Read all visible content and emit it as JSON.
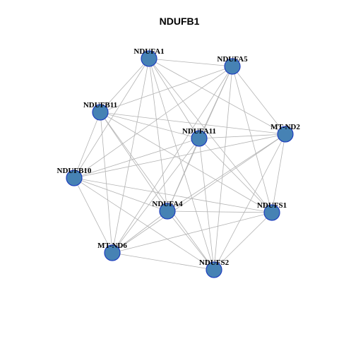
{
  "title": "NDUFB1",
  "colors": {
    "node_fill": "#4682b4",
    "node_stroke": "#1f3fbf",
    "edge": "#b3b3b3",
    "background": "#ffffff"
  },
  "nodes": [
    {
      "id": "NDUFA1",
      "label": "NDUFA1"
    },
    {
      "id": "NDUFA5",
      "label": "NDUFA5"
    },
    {
      "id": "NDUFB11",
      "label": "NDUFB11"
    },
    {
      "id": "MT-ND2",
      "label": "MT-ND2"
    },
    {
      "id": "NDUFA11",
      "label": "NDUFA11"
    },
    {
      "id": "NDUFB10",
      "label": "NDUFB10"
    },
    {
      "id": "NDUFS1",
      "label": "NDUFS1"
    },
    {
      "id": "NDUFA4",
      "label": "NDUFA4"
    },
    {
      "id": "MT-ND6",
      "label": "MT-ND6"
    },
    {
      "id": "NDUFS2",
      "label": "NDUFS2"
    }
  ],
  "edges": [
    [
      "NDUFA1",
      "NDUFA5"
    ],
    [
      "NDUFA1",
      "NDUFB11"
    ],
    [
      "NDUFA1",
      "MT-ND2"
    ],
    [
      "NDUFA1",
      "NDUFA11"
    ],
    [
      "NDUFA1",
      "NDUFB10"
    ],
    [
      "NDUFA1",
      "NDUFS1"
    ],
    [
      "NDUFA1",
      "NDUFA4"
    ],
    [
      "NDUFA1",
      "MT-ND6"
    ],
    [
      "NDUFA1",
      "NDUFS2"
    ],
    [
      "NDUFA5",
      "NDUFB11"
    ],
    [
      "NDUFA5",
      "MT-ND2"
    ],
    [
      "NDUFA5",
      "NDUFA11"
    ],
    [
      "NDUFA5",
      "NDUFB10"
    ],
    [
      "NDUFA5",
      "NDUFS1"
    ],
    [
      "NDUFA5",
      "NDUFA4"
    ],
    [
      "NDUFA5",
      "MT-ND6"
    ],
    [
      "NDUFA5",
      "NDUFS2"
    ],
    [
      "NDUFB11",
      "MT-ND2"
    ],
    [
      "NDUFB11",
      "NDUFA11"
    ],
    [
      "NDUFB11",
      "NDUFB10"
    ],
    [
      "NDUFB11",
      "NDUFS1"
    ],
    [
      "NDUFB11",
      "NDUFA4"
    ],
    [
      "NDUFB11",
      "MT-ND6"
    ],
    [
      "NDUFB11",
      "NDUFS2"
    ],
    [
      "MT-ND2",
      "NDUFA11"
    ],
    [
      "MT-ND2",
      "NDUFB10"
    ],
    [
      "MT-ND2",
      "NDUFS1"
    ],
    [
      "MT-ND2",
      "NDUFA4"
    ],
    [
      "MT-ND2",
      "MT-ND6"
    ],
    [
      "MT-ND2",
      "NDUFS2"
    ],
    [
      "NDUFA11",
      "NDUFB10"
    ],
    [
      "NDUFA11",
      "NDUFS1"
    ],
    [
      "NDUFA11",
      "NDUFA4"
    ],
    [
      "NDUFA11",
      "MT-ND6"
    ],
    [
      "NDUFA11",
      "NDUFS2"
    ],
    [
      "NDUFB10",
      "NDUFS1"
    ],
    [
      "NDUFB10",
      "NDUFA4"
    ],
    [
      "NDUFB10",
      "MT-ND6"
    ],
    [
      "NDUFB10",
      "NDUFS2"
    ],
    [
      "NDUFS1",
      "NDUFA4"
    ],
    [
      "NDUFS1",
      "MT-ND6"
    ],
    [
      "NDUFS1",
      "NDUFS2"
    ],
    [
      "NDUFA4",
      "MT-ND6"
    ],
    [
      "NDUFA4",
      "NDUFS2"
    ],
    [
      "MT-ND6",
      "NDUFS2"
    ]
  ]
}
